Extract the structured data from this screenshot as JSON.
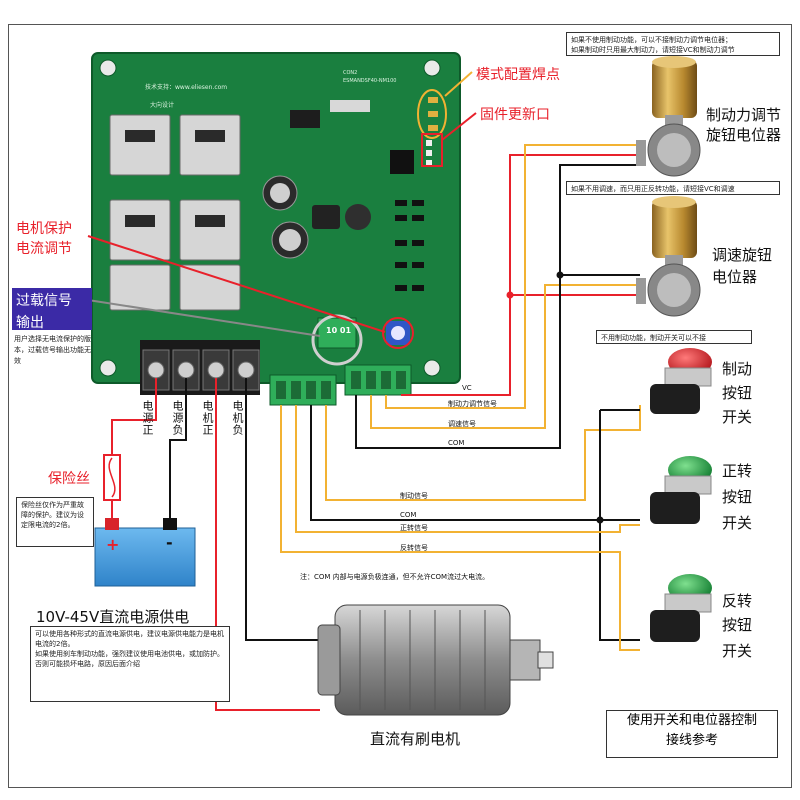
{
  "labels": {
    "mode_pads": "模式配置焊点",
    "firmware_port": "固件更新口",
    "motor_protect_line1": "电机保护",
    "motor_protect_line2": "电流调节",
    "overload_line1": "过载信号",
    "overload_line2": "输出",
    "overload_note": "用户选择无电流保护的版本，过载信号输出功能无效",
    "fuse": "保险丝",
    "fuse_note": "保险丝仅作为严重故障的保护。建议为设定限电流的2倍。",
    "power_title": "10V-45V直流电源供电",
    "power_note_1": "可以使用各种形式的直流电源供电，建议电源供电能力是电机电流的2倍。",
    "power_note_2": "如果使用刹车制动功能，强烈建议使用电池供电，或加防护。否则可能损坏电路，原因后面介绍",
    "motor": "直流有刷电机",
    "caption_line1": "使用开关和电位器控制",
    "caption_line2": "接线参考",
    "brake_pot_line1": "制动力调节",
    "brake_pot_line2": "旋钮电位器",
    "brake_pot_note_1": "如果不使用制动功能，可以不接制动力调节电位器；",
    "brake_pot_note_2": "如果制动时只用最大制动力，请短接VC和制动力调节",
    "speed_pot_line1": "调速旋钮",
    "speed_pot_line2": "电位器",
    "speed_pot_note": "如果不用调速，而只用正反转功能，请短接VC和调速",
    "brake_sw_note": "不用制动功能，制动开关可以不接",
    "brake_sw": [
      "制动",
      "按钮",
      "开关"
    ],
    "fwd_sw": [
      "正转",
      "按钮",
      "开关"
    ],
    "rev_sw": [
      "反转",
      "按钮",
      "开关"
    ],
    "com_note": "注：COM 内部与电源负极连通，但不允许COM流过大电流。",
    "plus": "+",
    "minus": "-",
    "jumper": "10 01"
  },
  "terminals": [
    "电源正",
    "电源负",
    "电机正",
    "电机负"
  ],
  "signals": {
    "vc": "VC",
    "brake_adj": "制动力调节信号",
    "speed": "调速信号",
    "com": "COM",
    "brake": "制动信号",
    "com2": "COM",
    "fwd": "正转信号",
    "rev": "反转信号"
  },
  "pcb_text": {
    "tech_support": "技术支持：www.eliesen.com",
    "designer": "大向设计",
    "con": "CON2",
    "model": "ESMANDSF40-NM100"
  },
  "colors": {
    "pcb": "#1a7f3f",
    "terminal_green": "#2fae5a",
    "wire_red": "#e8212b",
    "wire_yellow": "#f2b233",
    "wire_black": "#111111",
    "label_red": "#e8212b",
    "overload_bg": "#3b2aa6",
    "battery": "#3b9be0",
    "button_red": "#d8242b",
    "button_green": "#22a84a",
    "knob_gold": "#c99a3a"
  }
}
